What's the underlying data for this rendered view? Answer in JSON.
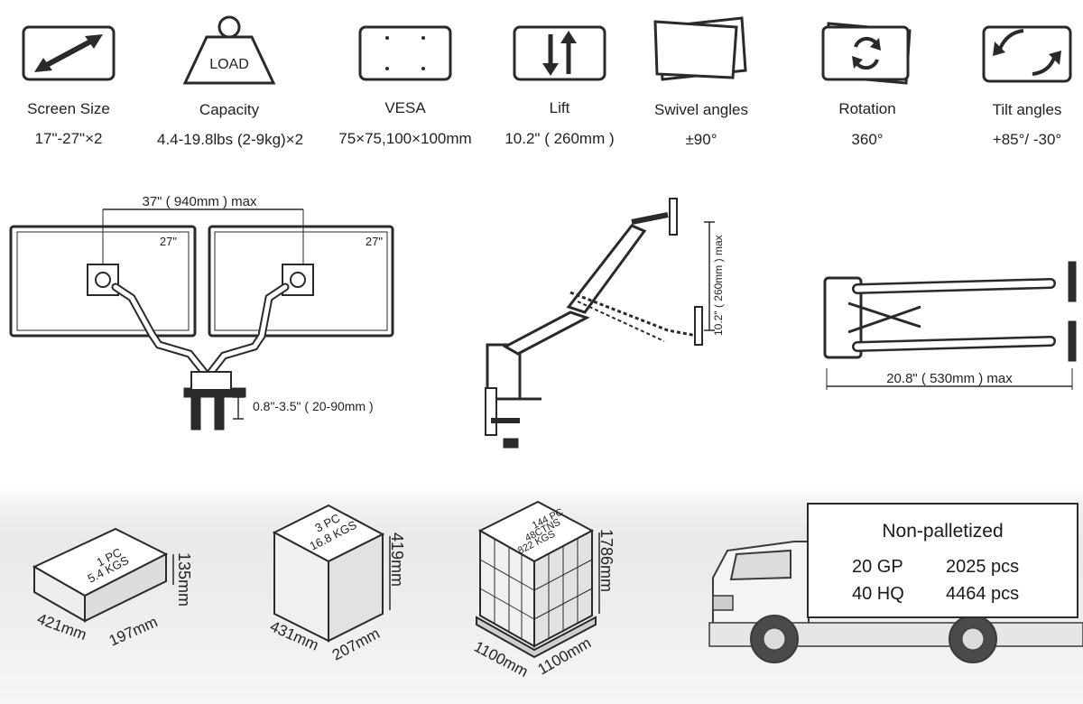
{
  "specs": [
    {
      "icon": "double-arrow-icon",
      "label": "Screen Size",
      "value": "17\"-27\"×2"
    },
    {
      "icon": "load-weight-icon",
      "icon_text": "LOAD",
      "label": "Capacity",
      "value": "4.4-19.8lbs (2-9kg)×2"
    },
    {
      "icon": "vesa-plate-icon",
      "label": "VESA",
      "value": "75×75,100×100mm"
    },
    {
      "icon": "lift-arrows-icon",
      "label": "Lift",
      "value": "10.2\" ( 260mm )"
    },
    {
      "icon": "swivel-screens-icon",
      "label": "Swivel angles",
      "value": "±90°"
    },
    {
      "icon": "rotation-screen-icon",
      "label": "Rotation",
      "value": "360°"
    },
    {
      "icon": "tilt-screen-icon",
      "label": "Tilt angles",
      "value": "+85°/  -30°"
    }
  ],
  "diagram_front": {
    "width_label": "37\" ( 940mm ) max",
    "monitor_size_left": "27\"",
    "monitor_size_right": "27\"",
    "desk_label": "0.8\"-3.5\" ( 20-90mm )"
  },
  "diagram_side": {
    "lift_label": "10.2\" ( 260mm ) max"
  },
  "diagram_top": {
    "reach_label": "20.8\" ( 530mm ) max"
  },
  "packages": [
    {
      "icon": "box-single-icon",
      "line1": "1 PC",
      "line2": "5.4 KGS",
      "height": "135mm",
      "length": "421mm",
      "width": "197mm"
    },
    {
      "icon": "box-carton-icon",
      "line1": "3 PC",
      "line2": "16.8 KGS",
      "height": "419mm",
      "length": "431mm",
      "width": "207mm"
    },
    {
      "icon": "pallet-icon",
      "line1": "144 PC",
      "line2": "48CTNS",
      "line3": "822 KGS",
      "height": "1786mm",
      "length": "1100mm",
      "width": "1100mm"
    }
  ],
  "shipping": {
    "title": "Non-palletized",
    "rows": [
      {
        "container": "20 GP",
        "qty": "2025 pcs"
      },
      {
        "container": "40 HQ",
        "qty": "4464 pcs"
      }
    ]
  },
  "colors": {
    "line": "#2a2a2a",
    "floor": "#e9e9e9"
  }
}
